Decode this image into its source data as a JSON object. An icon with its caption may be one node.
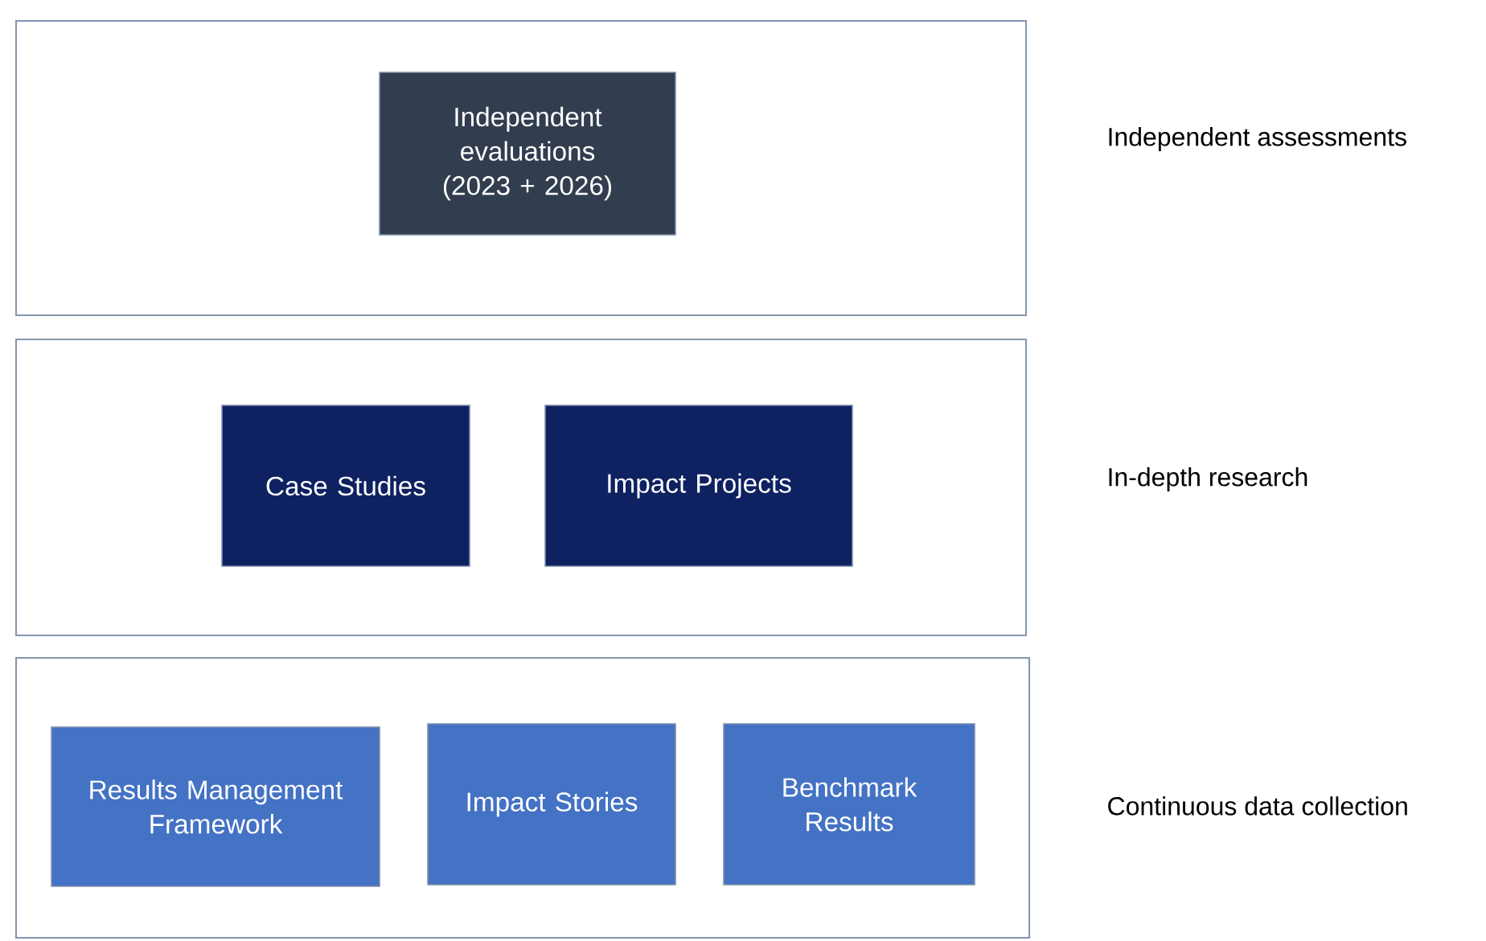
{
  "diagram": {
    "nodes": [
      {
        "text": [],
        "shape": "box",
        "beside": [
          "Independent assessments"
        ]
      },
      {
        "text": [
          "Independent evaluations (2023 + 2026)"
        ],
        "in": 0
      },
      {
        "text": [],
        "shape": "box",
        "beside": [
          "In-depth research"
        ]
      },
      {
        "text": [
          "Case Studies"
        ],
        "in": 2
      },
      {
        "text": [
          "Impact Projects"
        ],
        "in": 2
      },
      {
        "text": [],
        "shape": "box",
        "beside": [
          "Continuous data collection"
        ]
      },
      {
        "text": [
          "Results Management Framework"
        ],
        "in": 5
      },
      {
        "text": [
          "Impact Stories"
        ],
        "in": 5
      },
      {
        "text": [
          "Benchmark Results"
        ],
        "in": 5
      }
    ]
  }
}
